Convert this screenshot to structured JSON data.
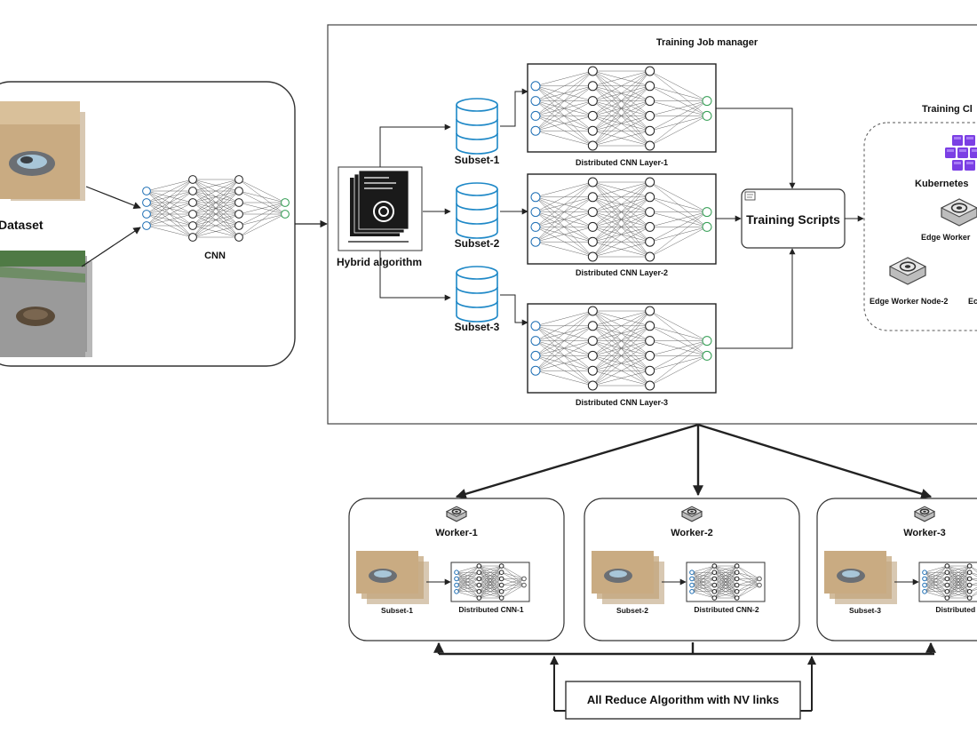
{
  "dataset": {
    "label": "Dataset",
    "model_label": "CNN"
  },
  "job_manager": {
    "title": "Training Job manager",
    "algorithm_label": "Hybrid algorithm",
    "subsets": [
      "Subset-1",
      "Subset-2",
      "Subset-3"
    ],
    "layers": [
      "Distributed CNN Layer-1",
      "Distributed CNN Layer-2",
      "Distributed CNN Layer-3"
    ],
    "scripts_label": "Training Scripts"
  },
  "cluster": {
    "title": "Training Cl",
    "kubernetes_label": "Kubernetes",
    "node_1_label": "Edge Worker",
    "node_2_label": "Edge Worker Node-2",
    "node_3_label": "Ec"
  },
  "workers": [
    {
      "title": "Worker-1",
      "subset": "Subset-1",
      "model": "Distributed CNN-1"
    },
    {
      "title": "Worker-2",
      "subset": "Subset-2",
      "model": "Distributed CNN-2"
    },
    {
      "title": "Worker-3",
      "subset": "Subset-3",
      "model": "Distributed C"
    }
  ],
  "allreduce": {
    "label": "All Reduce Algorithm with NV links"
  },
  "colors": {
    "database": "#1e88c7",
    "kubernetes": "#7b3fe4",
    "output_node": "#2e9b4f",
    "line": "#222222"
  }
}
